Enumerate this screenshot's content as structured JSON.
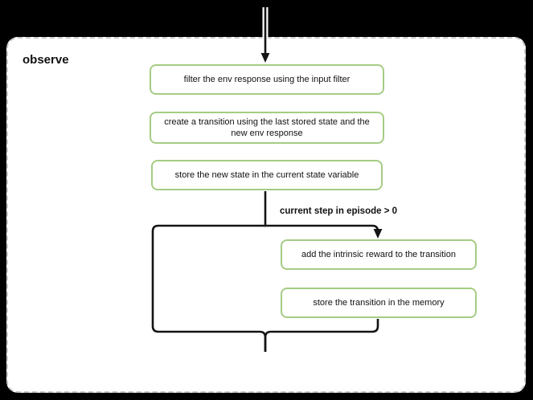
{
  "diagram": {
    "title": "observe",
    "nodes": [
      {
        "label": "filter the env response using the input filter"
      },
      {
        "label": "create a transition using the last stored state and the new env response"
      },
      {
        "label": "store the new state in the current state variable"
      },
      {
        "label": "add the intrinsic reward to the transition"
      },
      {
        "label": "store the transition in the memory"
      }
    ],
    "branch_label": "current step in episode > 0"
  },
  "colors": {
    "background": "#000000",
    "card_background": "#ffffff",
    "card_border": "#c9c9c9",
    "node_border": "#a5cc84",
    "line": "#141414",
    "text": "#111111"
  }
}
